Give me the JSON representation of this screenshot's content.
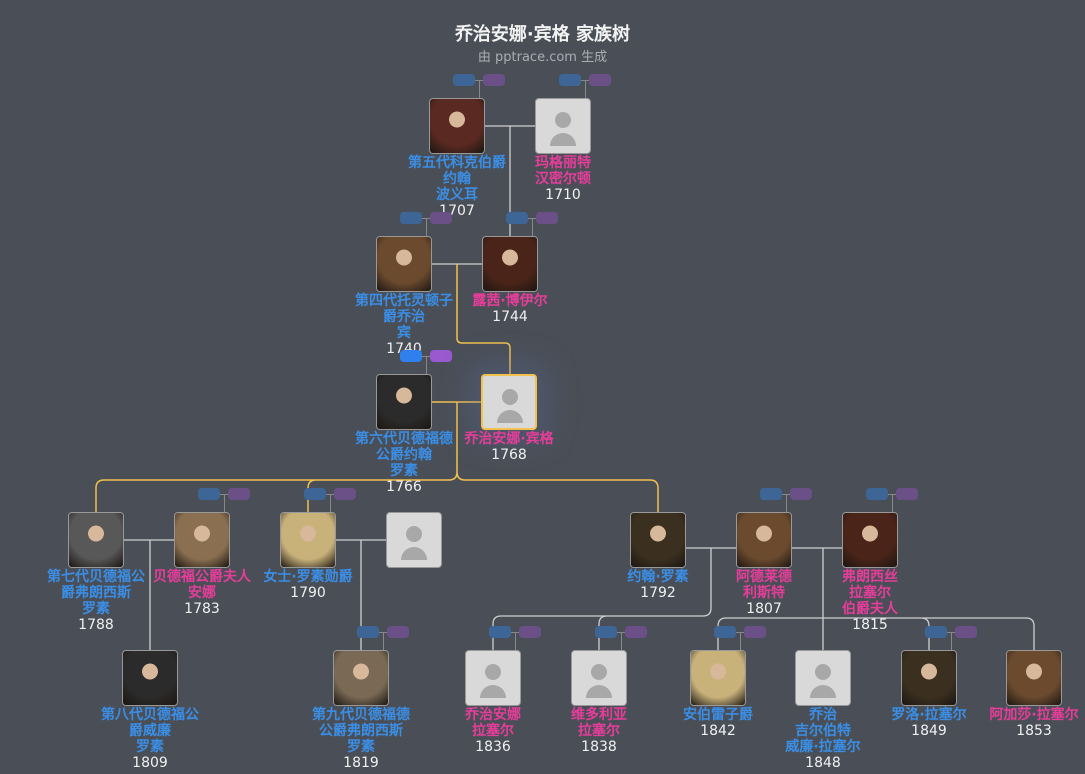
{
  "header": {
    "title": "乔治安娜·宾格 家族树",
    "subtitle": "由 pptrace.com 生成"
  },
  "colors": {
    "male": "#3a8ee6",
    "female": "#e63d9a",
    "focus_border": "#f2c14e",
    "direct_line": "#f2c14e",
    "line": "#cfcfcf",
    "background": "#4a4f57"
  },
  "nodes": [
    {
      "id": "n1707",
      "names": [
        "第五代科克伯爵约翰",
        "波义耳"
      ],
      "year": "1707",
      "gender": "m",
      "photo": true
    },
    {
      "id": "n1710",
      "names": [
        "玛格丽特",
        "汉密尔顿"
      ],
      "year": "1710",
      "gender": "f",
      "photo": false
    },
    {
      "id": "n1740",
      "names": [
        "第四代托灵顿子爵乔治",
        "宾"
      ],
      "year": "1740",
      "gender": "m",
      "photo": true
    },
    {
      "id": "n1744",
      "names": [
        "露茜·博伊尔"
      ],
      "year": "1744",
      "gender": "f",
      "photo": true
    },
    {
      "id": "n1766",
      "names": [
        "第六代贝德福德公爵约翰",
        "罗素"
      ],
      "year": "1766",
      "gender": "m",
      "photo": true
    },
    {
      "id": "n1768",
      "names": [
        "乔治安娜·宾格"
      ],
      "year": "1768",
      "gender": "f",
      "photo": false,
      "focus": true
    },
    {
      "id": "n1788",
      "names": [
        "第七代贝德福公爵弗朗西斯",
        "罗素"
      ],
      "year": "1788",
      "gender": "m",
      "photo": true
    },
    {
      "id": "n1783",
      "names": [
        "贝德福公爵夫人安娜"
      ],
      "year": "1783",
      "gender": "f",
      "photo": true
    },
    {
      "id": "n1790",
      "names": [
        "女士·罗素勋爵"
      ],
      "year": "1790",
      "gender": "m",
      "photo": true
    },
    {
      "id": "n1790s",
      "names": [],
      "year": "",
      "gender": "f",
      "photo": false
    },
    {
      "id": "n1792",
      "names": [
        "约翰·罗素"
      ],
      "year": "1792",
      "gender": "m",
      "photo": true
    },
    {
      "id": "n1807",
      "names": [
        "阿德莱德",
        "利斯特"
      ],
      "year": "1807",
      "gender": "f",
      "photo": true
    },
    {
      "id": "n1815",
      "names": [
        "弗朗西丝",
        "拉塞尔",
        "伯爵夫人"
      ],
      "year": "1815",
      "gender": "f",
      "photo": true
    },
    {
      "id": "n1809",
      "names": [
        "第八代贝德福公爵威廉",
        "罗素"
      ],
      "year": "1809",
      "gender": "m",
      "photo": true
    },
    {
      "id": "n1819",
      "names": [
        "第九代贝德福德公爵弗朗西斯",
        "罗素"
      ],
      "year": "1819",
      "gender": "m",
      "photo": true
    },
    {
      "id": "n1836",
      "names": [
        "乔治安娜",
        "拉塞尔"
      ],
      "year": "1836",
      "gender": "f",
      "photo": false
    },
    {
      "id": "n1838",
      "names": [
        "维多利亚",
        "拉塞尔"
      ],
      "year": "1838",
      "gender": "f",
      "photo": false
    },
    {
      "id": "n1842",
      "names": [
        "安伯雷子爵"
      ],
      "year": "1842",
      "gender": "m",
      "photo": true
    },
    {
      "id": "n1848",
      "names": [
        "乔治",
        "吉尔伯特",
        "威廉·拉塞尔"
      ],
      "year": "1848",
      "gender": "m",
      "photo": false
    },
    {
      "id": "n1849",
      "names": [
        "罗洛·拉塞尔"
      ],
      "year": "1849",
      "gender": "m",
      "photo": true
    },
    {
      "id": "n1853",
      "names": [
        "阿加莎·拉塞尔"
      ],
      "year": "1853",
      "gender": "f",
      "photo": true
    }
  ]
}
